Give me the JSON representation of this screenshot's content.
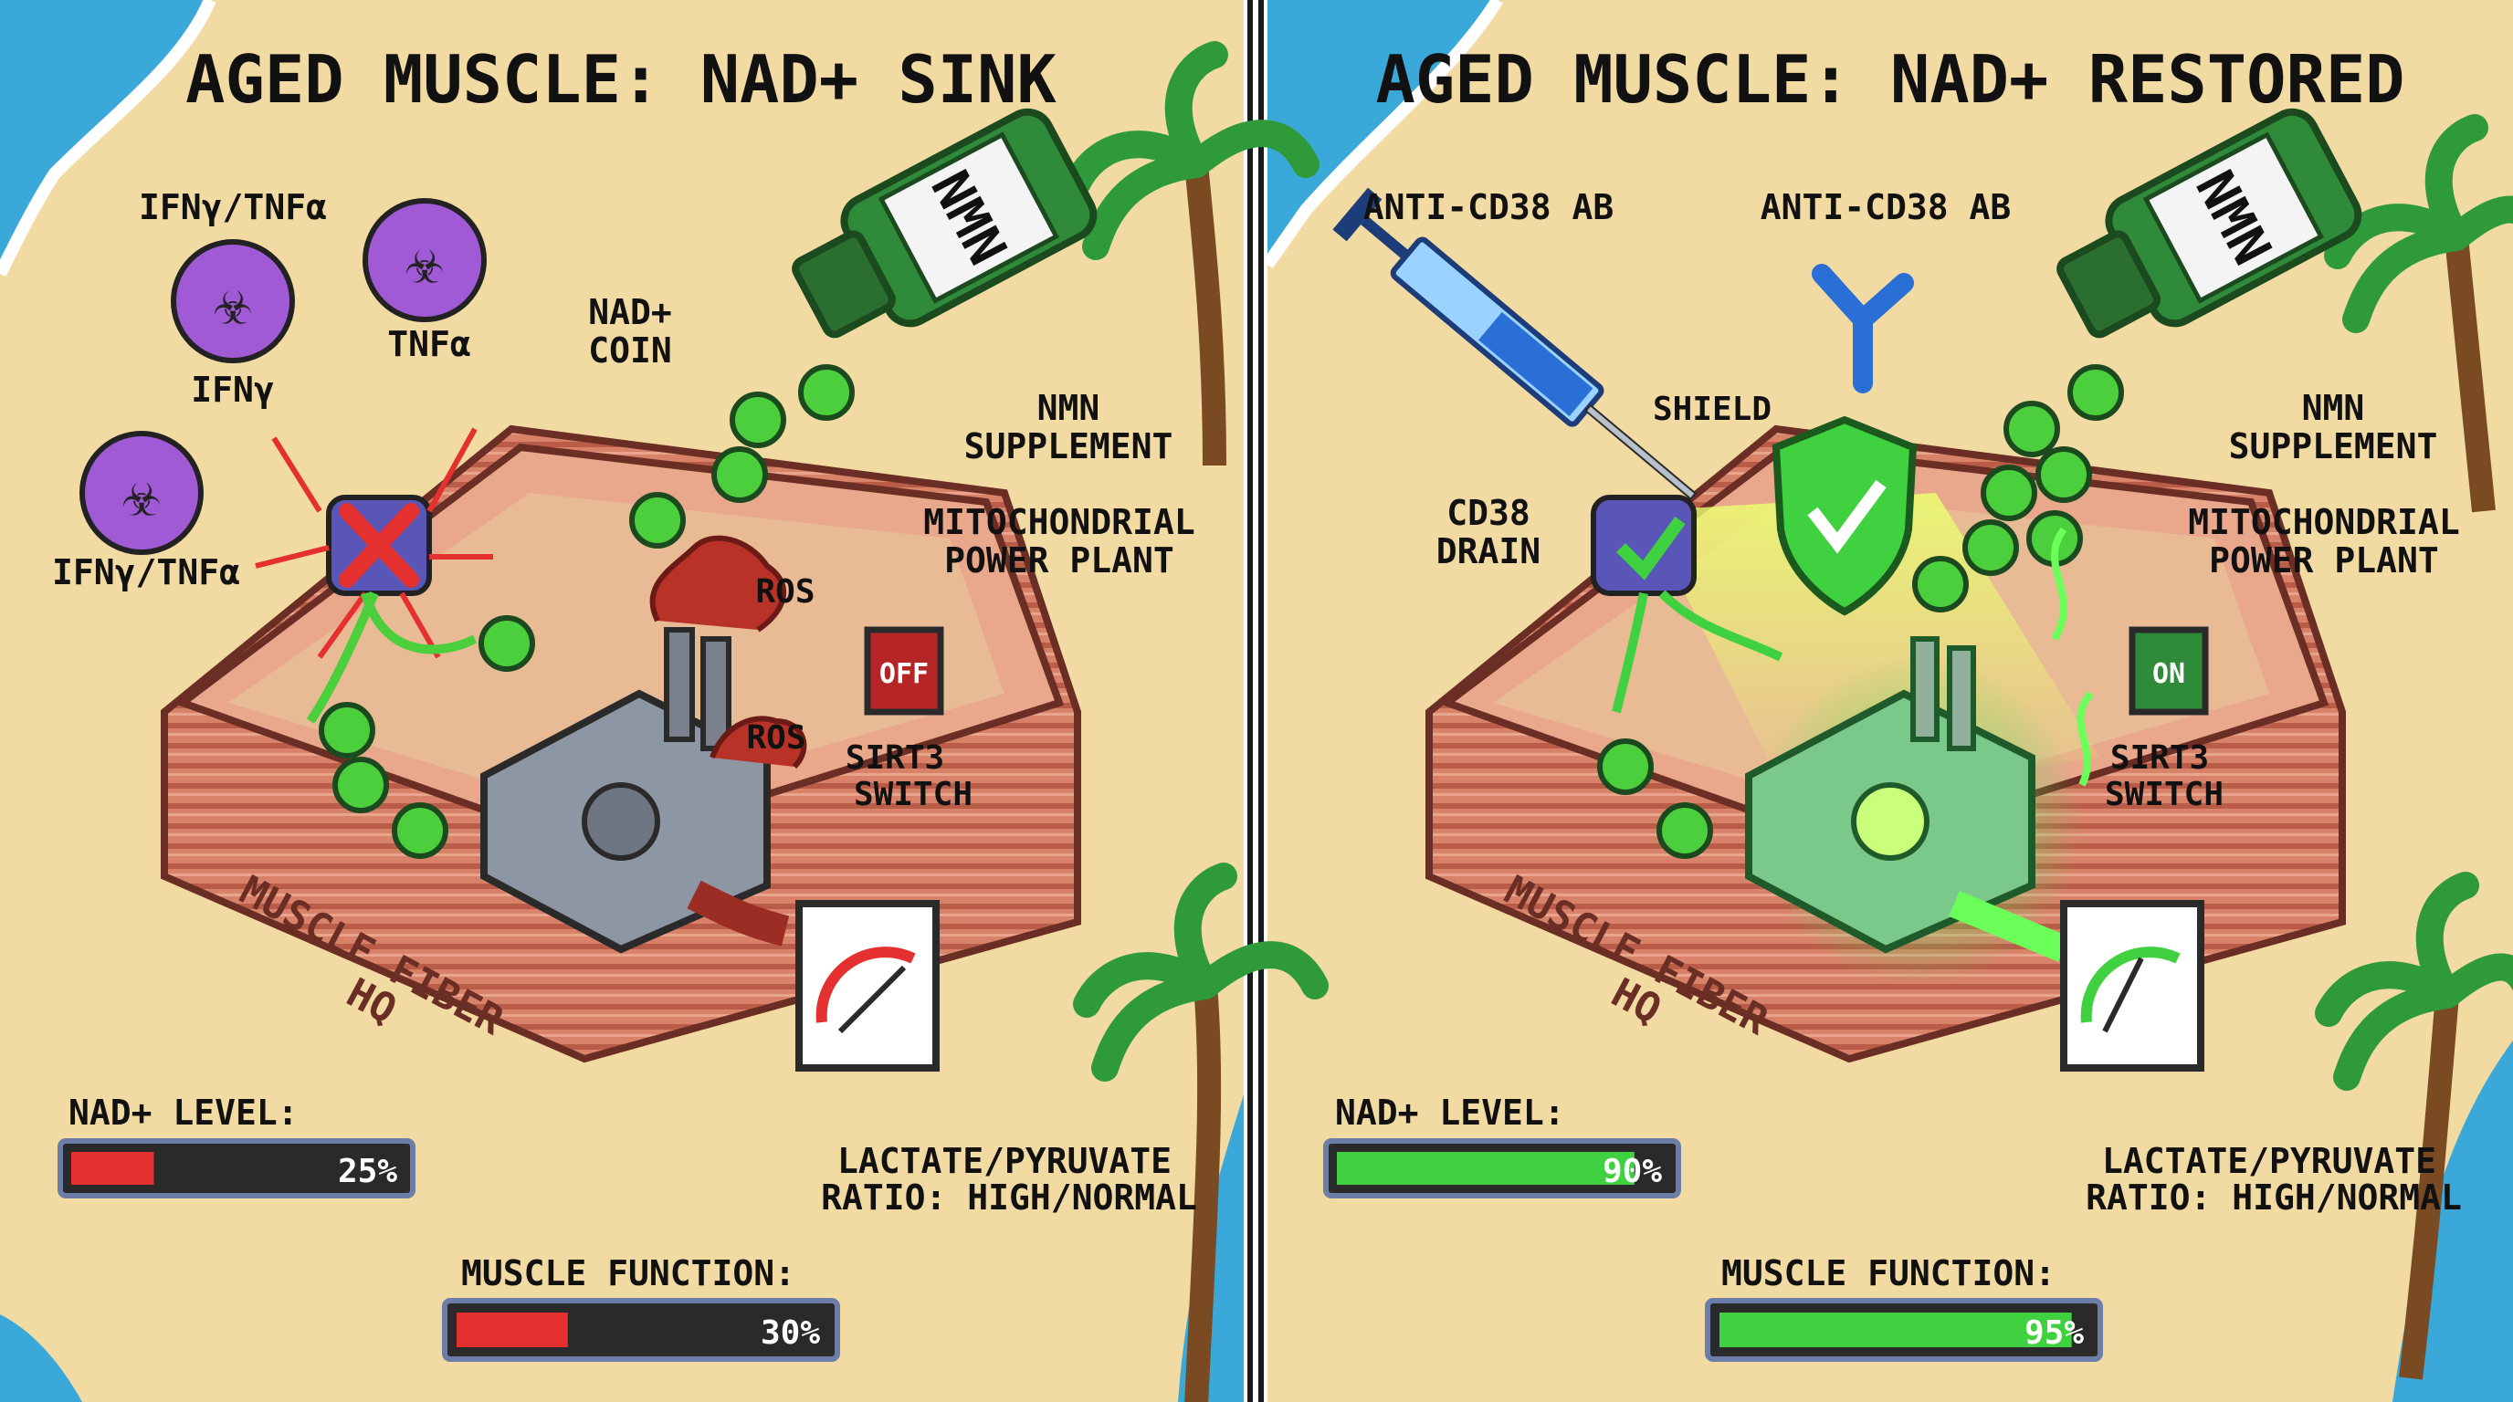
{
  "colors": {
    "sand": "#f2dba2",
    "ocean": "#3aa8d8",
    "foam": "#ffffff",
    "muscle": "#d9826a",
    "muscle_dark": "#a8503f",
    "bad": "#e53030",
    "good": "#3fd13f",
    "virus": "#a15ad6",
    "nmn_bottle": "#2f8a3a",
    "nad_coin": "#4ccf3c"
  },
  "panels": [
    {
      "id": "sink",
      "title": "AGED MUSCLE: NAD+ SINK",
      "labels": {
        "cytokine_a": "IFNγ/TNFα",
        "cytokine_b": "TNFα",
        "cytokine_c": "IFNγ",
        "cytokine_d": "IFNγ/TNFα",
        "nad_coin": [
          "NAD+",
          "COIN"
        ],
        "nmn": [
          "NMN",
          "SUPPLEMENT"
        ],
        "bottle_label": "NMN",
        "mito": [
          "MITOCHONDRIAL",
          "POWER PLANT"
        ],
        "ros_1": "ROS",
        "ros_2": "ROS",
        "sirt3": [
          "SIRT3",
          "SWITCH"
        ],
        "switch_state": "OFF",
        "hq": [
          "MUSCLE FIBER",
          "HQ"
        ],
        "lactate": [
          "LACTATE/PYRUVATE",
          "RATIO: HIGH/NORMAL"
        ],
        "nad_level_label": "NAD+ LEVEL:",
        "nad_level_value": "25%",
        "muscle_function_label": "MUSCLE FUNCTION:",
        "muscle_function_value": "30%"
      },
      "nad_level_fraction": 0.25,
      "muscle_function_fraction": 0.3,
      "gauge_level": 0.85
    },
    {
      "id": "restored",
      "title": "AGED MUSCLE: NAD+ RESTORED",
      "labels": {
        "antibody_syringe": "ANTI-CD38 AB",
        "antibody": "ANTI-CD38 AB",
        "shield": "SHIELD",
        "cd38": [
          "CD38",
          "DRAIN"
        ],
        "nmn": [
          "NMN",
          "SUPPLEMENT"
        ],
        "bottle_label": "NMN",
        "mito": [
          "MITOCHONDRIAL",
          "POWER PLANT"
        ],
        "sirt3": [
          "SIRT3",
          "SWITCH"
        ],
        "switch_state": "ON",
        "hq": [
          "MUSCLE FIBER",
          "HQ"
        ],
        "lactate": [
          "LACTATE/PYRUVATE",
          "RATIO: HIGH/NORMAL"
        ],
        "nad_level_label": "NAD+ LEVEL:",
        "nad_level_value": "90%",
        "muscle_function_label": "MUSCLE FUNCTION:",
        "muscle_function_value": "95%"
      },
      "nad_level_fraction": 0.9,
      "muscle_function_fraction": 0.95,
      "gauge_level": 0.5
    }
  ]
}
